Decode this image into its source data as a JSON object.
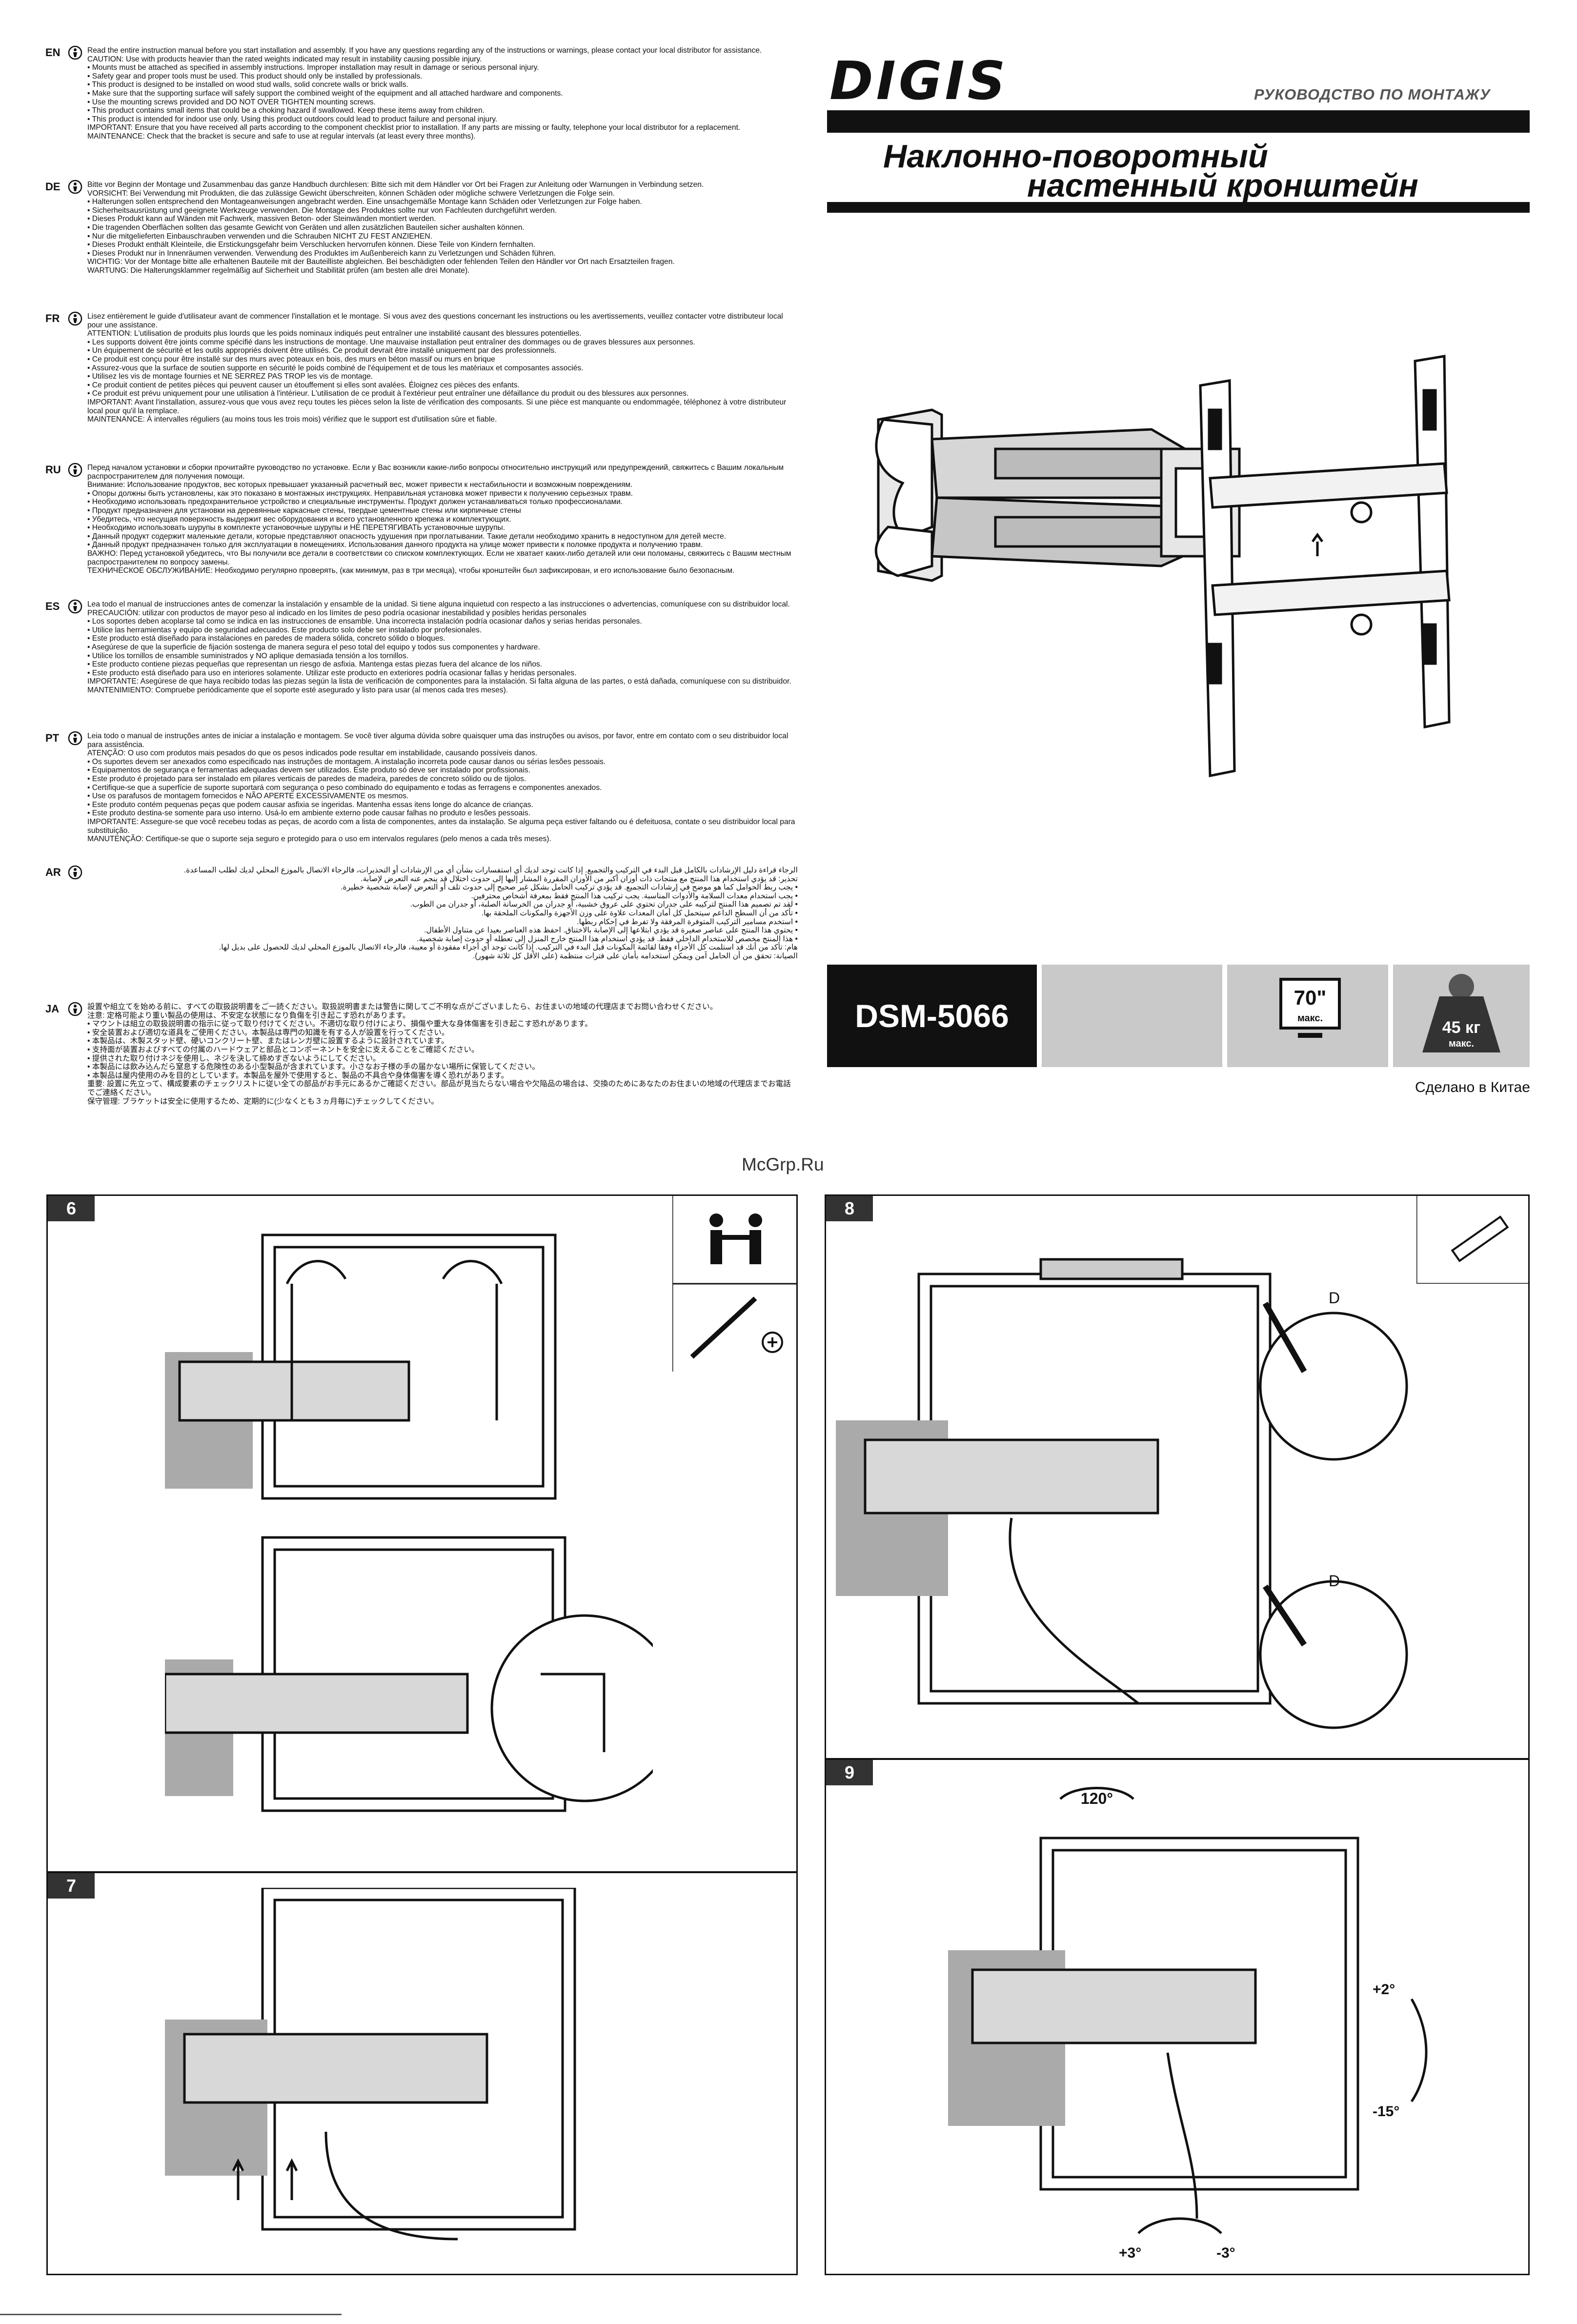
{
  "brand": "DIGIS",
  "subtitle": "РУКОВОДСТВО ПО МОНТАЖУ",
  "title_line1": "Наклонно-поворотный",
  "title_line2": "настенный кронштейн",
  "model": "DSM-5066",
  "screen_size": "70\"",
  "screen_size_unit": "макс.",
  "max_weight": "45 кг",
  "max_weight_unit": "макс.",
  "made_in": "Сделано в Китае",
  "watermark": "McGrp.Ru",
  "steps": [
    {
      "number": "6"
    },
    {
      "number": "7"
    },
    {
      "number": "8",
      "label_a": "D",
      "label_b": "D"
    },
    {
      "number": "9",
      "rotation": "120°",
      "tilt_up": "+2°",
      "tilt_down": "-15°",
      "level_left": "+3°",
      "level_right": "-3°"
    }
  ],
  "languages": [
    {
      "code": "EN",
      "paragraphs": [
        "Read the entire instruction manual before you start installation and assembly. If you have any questions regarding any of the instructions or warnings, please contact your local distributor for assistance.",
        "CAUTION: Use with products heavier than the rated weights indicated may result in instability causing possible injury.",
        "• Mounts must be attached as specified in assembly instructions. Improper installation may result in damage or serious personal injury.",
        "• Safety gear and proper tools must be used. This product should only be installed by professionals.",
        "• This product is designed to be installed on wood stud walls, solid concrete walls or brick walls.",
        "• Make sure that the supporting surface will safely support the combined weight of the equipment and all attached hardware and components.",
        "• Use the mounting screws provided and DO NOT OVER TIGHTEN mounting screws.",
        "• This product contains small items that could be a choking hazard if swallowed. Keep these items away from children.",
        "• This product is intended for indoor use only. Using this product outdoors could lead to product failure and personal injury.",
        "IMPORTANT: Ensure that you have received all parts according to the component checklist prior to installation. If any parts are missing or faulty, telephone your local distributor for a replacement.",
        "MAINTENANCE: Check that the bracket is secure and safe to use at regular intervals (at least every three months)."
      ]
    },
    {
      "code": "DE",
      "paragraphs": [
        "Bitte vor Beginn der Montage und Zusammenbau das ganze Handbuch durchlesen: Bitte sich mit dem Händler vor Ort bei Fragen zur Anleitung oder Warnungen in Verbindung setzen.",
        "VORSICHT: Bei Verwendung mit Produkten, die das zulässige Gewicht überschreiten, können Schäden oder mögliche schwere Verletzungen die Folge sein.",
        "• Halterungen sollen entsprechend den Montageanweisungen angebracht werden. Eine unsachgemäße Montage kann Schäden oder Verletzungen zur Folge haben.",
        "• Sicherheitsausrüstung und geeignete Werkzeuge verwenden. Die Montage des Produktes sollte nur von Fachleuten durchgeführt werden.",
        "• Dieses Produkt kann auf Wänden mit Fachwerk, massiven Beton- oder Steinwänden montiert werden.",
        "• Die tragenden Oberflächen sollten das gesamte Gewicht von Geräten und allen zusätzlichen Bauteilen sicher aushalten können.",
        "• Nur die mitgelieferten Einbauschrauben verwenden und die Schrauben NICHT ZU FEST ANZIEHEN.",
        "• Dieses Produkt enthält Kleinteile, die Erstickungsgefahr beim Verschlucken hervorrufen können. Diese Teile von Kindern fernhalten.",
        "• Dieses Produkt nur in Innenräumen verwenden. Verwendung des Produktes im Außenbereich kann zu Verletzungen und Schäden führen.",
        "WICHTIG: Vor der Montage bitte alle erhaltenen Bauteile mit der Bauteilliste abgleichen. Bei beschädigten oder fehlenden Teilen den Händler vor Ort nach Ersatzteilen fragen.",
        "WARTUNG: Die Halterungsklammer regelmäßig auf Sicherheit und Stabilität prüfen (am besten alle drei Monate)."
      ]
    },
    {
      "code": "FR",
      "paragraphs": [
        "Lisez entièrement le guide d'utilisateur avant de commencer l'installation et le montage. Si vous avez des questions concernant les instructions ou les avertissements, veuillez contacter votre distributeur local pour une assistance.",
        "ATTENTION: L'utilisation de produits plus lourds que les poids nominaux indiqués peut entraîner une instabilité causant des blessures potentielles.",
        "• Les supports doivent être joints comme spécifié dans les instructions de montage. Une mauvaise installation peut entraîner des dommages ou de graves blessures aux personnes.",
        "• Un équipement de sécurité et les outils appropriés doivent être utilisés. Ce produit devrait être installé uniquement par des professionnels.",
        "• Ce produit est conçu pour être installé sur des murs avec poteaux en bois, des murs en béton massif ou murs en brique",
        "• Assurez-vous que la surface de soutien supporte en sécurité le poids combiné de l'équipement et de tous les matériaux et composantes associés.",
        "• Utilisez les vis de montage fournies et NE SERREZ PAS TROP les vis de montage.",
        "• Ce produit contient de petites pièces qui peuvent causer un étouffement si elles sont avalées. Éloignez ces pièces des enfants.",
        "• Ce produit est prévu uniquement pour une utilisation à l'intérieur. L'utilisation de ce produit à l'extérieur peut entraîner une défaillance du produit ou des blessures aux personnes.",
        "IMPORTANT: Avant l'installation, assurez-vous que vous avez reçu toutes les pièces selon la liste de vérification des composants. Si une pièce est manquante ou endommagée, téléphonez à votre distributeur local pour qu'il la remplace.",
        "MAINTENANCE: À intervalles réguliers (au moins tous les trois mois) vérifiez que le support est d'utilisation sûre et fiable."
      ]
    },
    {
      "code": "RU",
      "paragraphs": [
        "Перед началом установки и сборки прочитайте руководство по установке. Если у Вас возникли какие-либо вопросы относительно инструкций или предупреждений, свяжитесь с Вашим локальным распространителем для получения помощи.",
        "Внимание: Использование продуктов, вес которых превышает указанный расчетный вес, может привести к нестабильности и возможным повреждениям.",
        "• Опоры должны быть установлены, как это показано в монтажных инструкциях. Неправильная установка может привести к получению серьезных травм.",
        "• Необходимо использовать предохранительное устройство и специальные инструменты. Продукт должен устанавливаться только профессионалами.",
        "• Продукт предназначен для установки на деревянные каркасные стены, твердые цементные стены или кирпичные стены",
        "• Убедитесь, что несущая поверхность выдержит вес оборудования и всего установленного крепежа и комплектующих.",
        "• Необходимо использовать шурупы в комплекте установочные шурупы и НЕ ПЕРЕТЯГИВАТЬ установочные шурупы.",
        "• Данный продукт содержит маленькие детали, которые представляют опасность удушения при проглатывании. Такие детали необходимо хранить в недоступном для детей месте.",
        "• Данный продукт предназначен только для эксплуатации в помещениях. Использования данного продукта на улице может привести к поломке продукта и получению травм.",
        "ВАЖНО: Перед установкой убедитесь, что Вы получили все детали в соответствии со списком комплектующих. Если не хватает каких-либо деталей или они поломаны, свяжитесь с Вашим местным распространителем по вопросу замены.",
        "ТЕХНИЧЕСКОЕ ОБСЛУЖИВАНИЕ: Необходимо регулярно проверять, (как минимум, раз в три месяца), чтобы кронштейн был зафиксирован, и его использование было безопасным."
      ]
    },
    {
      "code": "ES",
      "paragraphs": [
        "Lea todo el manual de instrucciones antes de comenzar la instalación y ensamble de la unidad. Si tiene alguna inquietud con respecto a las instrucciones o advertencias, comuníquese con su distribuidor local.",
        "PRECAUCIÓN: utilizar con productos de mayor peso al indicado en los límites de peso podría ocasionar inestabilidad y posibles heridas personales",
        "• Los soportes deben acoplarse tal como se indica en las instrucciones de ensamble. Una incorrecta instalación podría ocasionar daños y serias heridas personales.",
        "• Utilice las herramientas y equipo de seguridad adecuados. Este producto solo debe ser instalado por profesionales.",
        "• Este producto está diseñado para instalaciones en paredes de madera sólida, concreto sólido o bloques.",
        "• Asegúrese de que la superficie de fijación sostenga de manera segura el peso total del equipo y todos sus componentes y hardware.",
        "• Utilice los tornillos de ensamble suministrados y NO aplique demasiada tensión a los tornillos.",
        "• Este producto contiene piezas pequeñas que representan un riesgo de asfixia. Mantenga estas piezas fuera del alcance de los niños.",
        "• Este producto está diseñado para uso en interiores solamente. Utilizar este producto en exteriores podría ocasionar fallas y heridas personales.",
        "IMPORTANTE: Asegúrese de que haya recibido todas las piezas según la lista de verificación de componentes para la instalación. Si falta alguna de las partes, o está dañada, comuníquese con su distribuidor.",
        "MANTENIMIENTO: Compruebe periódicamente que el soporte esté asegurado y listo para usar (al menos cada tres meses)."
      ]
    },
    {
      "code": "PT",
      "paragraphs": [
        "Leia todo o manual de instruções antes de iniciar a instalação e montagem. Se você tiver alguma dúvida sobre quaisquer uma das instruções ou avisos, por favor, entre em contato com o seu distribuidor local para assistência.",
        "ATENÇÃO: O uso com produtos mais pesados do que os pesos indicados pode resultar em instabilidade, causando possíveis danos.",
        "• Os suportes devem ser anexados como especificado nas instruções de montagem. A instalação incorreta pode causar danos ou sérias lesões pessoais.",
        "• Equipamentos de segurança e ferramentas adequadas devem ser utilizados. Este produto só deve ser instalado por profissionais.",
        "• Este produto é projetado para ser instalado em pilares verticais de paredes de madeira, paredes de concreto sólido ou de tijolos.",
        "• Certifique-se que a superfície de suporte suportará com segurança o peso combinado do equipamento e todas as ferragens e componentes anexados.",
        "• Use os parafusos de montagem fornecidos e NÃO APERTE EXCESSIVAMENTE os mesmos.",
        "• Este produto contém pequenas peças que podem causar asfixia se ingeridas. Mantenha essas itens longe do alcance de crianças.",
        "• Este produto destina-se somente para uso interno. Usá-lo em ambiente externo pode causar falhas no produto e lesões pessoais.",
        "IMPORTANTE: Assegure-se que você recebeu todas as peças, de acordo com a lista de componentes, antes da instalação. Se alguma peça estiver faltando ou é defeituosa, contate o seu distribuidor local para substituição.",
        "MANUTENÇÃO: Certifique-se que o suporte seja seguro e protegido para o uso em intervalos regulares (pelo menos a cada três meses)."
      ]
    },
    {
      "code": "AR",
      "paragraphs": [
        "الرجاء قراءة دليل الإرشادات بالكامل قبل البدء في التركيب والتجميع. إذا كانت توجد لديك أي استفسارات بشأن أي من الإرشادات أو التحذيرات، فالرجاء الاتصال بالموزع المحلي لديك لطلب المساعدة.",
        "تحذير: قد يؤدي استخدام هذا المنتج مع منتجات ذات أوزان أكبر من الأوزان المقررة المشار إليها إلى حدوث اختلال قد ينجم عنه التعرض لإصابة.",
        "• يجب ربط الحوامل كما هو موضح في إرشادات التجميع. قد يؤدي تركيب الحامل بشكل غير صحيح إلى حدوث تلف أو التعرض لإصابة شخصية خطيرة.",
        "• يجب استخدام معدات السلامة والأدوات المناسبة. يجب تركيب هذا المنتج فقط بمعرفة أشخاص محترفين.",
        "• لقد تم تصميم هذا المنتج لتركيبه على جدران تحتوي على عروق خشبية، أو جدران من الخرسانة الصلبة، أو جدران من الطوب.",
        "• تأكد من أن السطح الداعم سيتحمل كل أمان المعدات علاوة على وزن الأجهزة والمكونات الملحقة بها.",
        "• استخدم مسامير التركيب المتوفرة المرفقة ولا تفرط في إحكام ربطها.",
        "• يحتوي هذا المنتج على عناصر صغيرة قد يؤدي ابتلاعها إلى الإصابة بالاختناق. احفظ هذه العناصر بعيدا عن متناول الأطفال.",
        "• هذا المنتج مخصص للاستخدام الداخلي فقط. قد يؤدي استخدام هذا المنتج خارج المنزل إلى تعطله أو حدوث إصابة شخصية.",
        "هام: تأكد من أنك قد استلمت كل الأجزاء وفقا لقائمة المكونات قبل البدء في التركيب. إذا كانت توجد أي أجزاء مفقودة أو معيبة، فالرجاء الاتصال بالموزع المحلي لديك للحصول على بديل لها.",
        "الصيانة: تحقق من أن الحامل آمن ويمكن استخدامه بأمان على فترات منتظمة (على الأقل كل ثلاثة شهور)."
      ]
    },
    {
      "code": "JA",
      "paragraphs": [
        "設置や組立てを始める前に、すべての取扱説明書をご一読ください。取扱説明書または警告に関してご不明な点がございましたら、お住まいの地域の代理店までお問い合わせください。",
        "注意: 定格可能より重い製品の使用は、不安定な状態になり負傷を引き起こす恐れがあります。",
        "• マウントは組立の取扱説明書の指示に従って取り付けてください。不適切な取り付けにより、損傷や重大な身体傷害を引き起こす恐れがあります。",
        "• 安全装置および適切な道具をご使用ください。本製品は専門の知識を有する人が設置を行ってください。",
        "• 本製品は、木製スタッド壁、硬いコンクリート壁、またはレンガ壁に設置するように設計されています。",
        "• 支持面が装置およびすべての付属のハードウェアと部品とコンポーネントを安全に支えることをご確認ください。",
        "• 提供された取り付けネジを使用し、ネジを決して締めすぎないようにしてください。",
        "• 本製品には飲み込んだら窒息する危険性のある小型製品が含まれています。小さなお子様の手の届かない場所に保管してください。",
        "• 本製品は屋内使用のみを目的としています。本製品を屋外で使用すると、製品の不具合や身体傷害を導く恐れがあります。",
        "重要: 設置に先立って、構成要素のチェックリストに従い全ての部品がお手元にあるかご確認ください。部品が見当たらない場合や欠陥品の場合は、交換のためにあなたのお住まいの地域の代理店までお電話でご連絡ください。",
        "保守管理: ブラケットは安全に使用するため、定期的に(少なくとも３ヵ月毎に)チェックしてください。"
      ]
    }
  ]
}
